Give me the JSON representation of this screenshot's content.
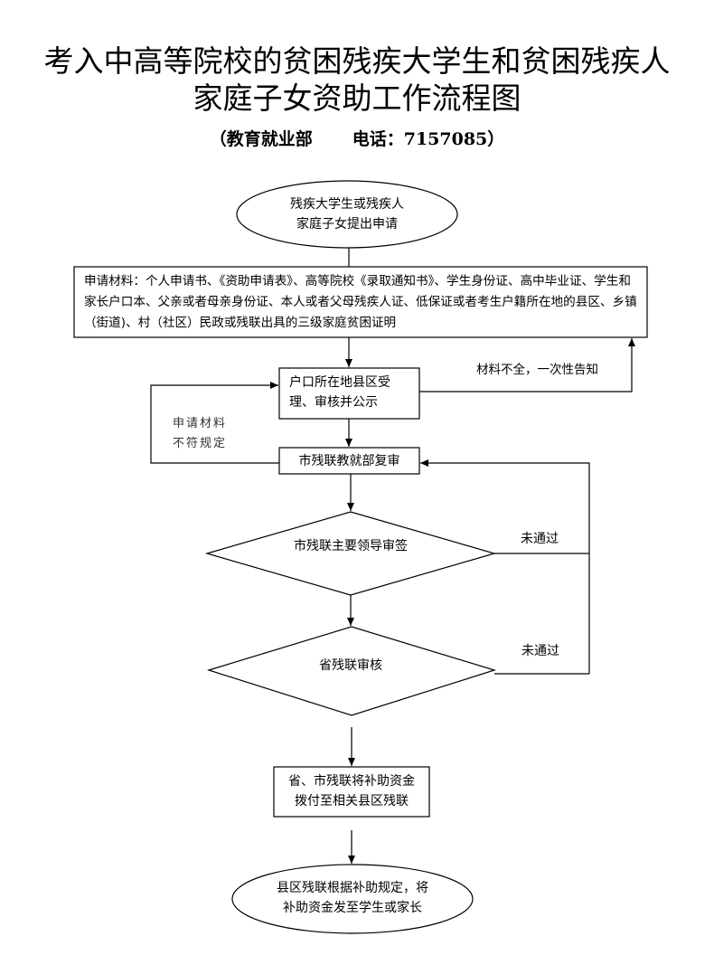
{
  "header": {
    "title_line1": "考入中高等院校的贫困残疾大学生和贫困残疾人",
    "title_line2": "家庭子女资助工作流程图",
    "dept": "（教育就业部",
    "phone": "电话：7157085）"
  },
  "nodes": {
    "start_line1": "残疾大学生或残疾人",
    "start_line2": "家庭子女提出申请",
    "materials": "申请材料：个人申请书、《资助申请表》、高等院校《录取通知书》、学生身份证、高中毕业证、学生和家长户口本、父亲或者母亲身份证、本人或者父母残疾人证、低保证或者考生户籍所在地的县区、乡镇（街道)、村（社区）民政或残联出具的三级家庭贫困证明",
    "county_line1": "户口所在地县区受",
    "county_line2": "理、审核并公示",
    "city_review": "市残联教就部复审",
    "city_leader": "市残联主要领导审签",
    "province": "省残联审核",
    "allocate_line1": "省、市残联将补助资金",
    "allocate_line2": "拨付至相关县区残联",
    "end_line1": "县区残联根据补助规定，将",
    "end_line2": "补助资金发至学生或家长"
  },
  "edge_labels": {
    "incomplete": "材料不全，一次性告知",
    "not_qualified_line1": "申请材料",
    "not_qualified_line2": "不符规定",
    "not_passed_1": "未通过",
    "not_passed_2": "未通过"
  }
}
